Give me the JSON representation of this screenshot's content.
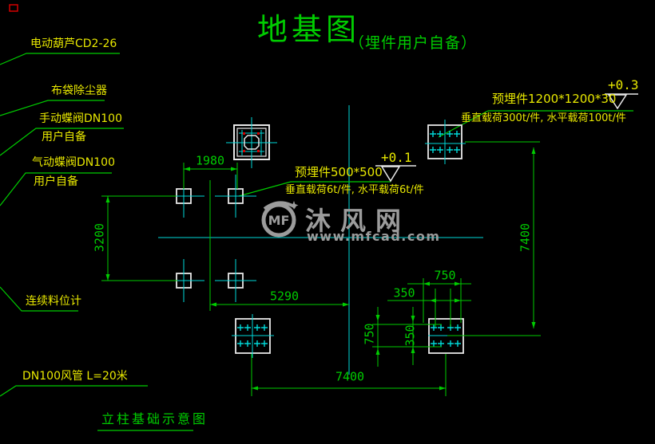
{
  "title": {
    "main": "地基图",
    "sub": "（埋件用户自备）"
  },
  "leader_labels": [
    {
      "line1": "电动葫芦CD2-26",
      "line2": ""
    },
    {
      "line1": "布袋除尘器",
      "line2": ""
    },
    {
      "line1": "手动蝶阀DN100",
      "line2": "用户自备"
    },
    {
      "line1": "气动蝶阀DN100",
      "line2": "用户自备"
    },
    {
      "line1": "连续料位计",
      "line2": ""
    },
    {
      "line1": "DN100风管  L=20米",
      "line2": ""
    }
  ],
  "caption": "立柱基础示意图",
  "embed_plate_small": {
    "name": "预埋件500*500",
    "loads": "垂直载荷6t/件, 水平载荷6t/件",
    "level": "+0.1"
  },
  "embed_plate_large": {
    "name": "预埋件1200*1200*30",
    "loads": "垂直载荷300t/件, 水平载荷100t/件",
    "level": "+0.3"
  },
  "dimensions": {
    "bay_top": "1980",
    "left_height": "3200",
    "mid_width": "5290",
    "bottom_width": "7400",
    "right_height": "7400",
    "bolt_width_outer": "750",
    "bolt_width_inner": "350",
    "bolt_height_outer": "750",
    "bolt_height_inner": "350"
  },
  "watermark": {
    "logo": "MF",
    "name": "沐风网",
    "url": "www.mfcad.com"
  },
  "colors": {
    "background": "#000000",
    "line_green": "#00cc00",
    "text_yellow": "#e8e800",
    "centerline_cyan": "#00d8d8",
    "plate_white": "#e8e8e8",
    "mark_red": "#d40000",
    "watermark_gray": "#9c9c9c"
  }
}
